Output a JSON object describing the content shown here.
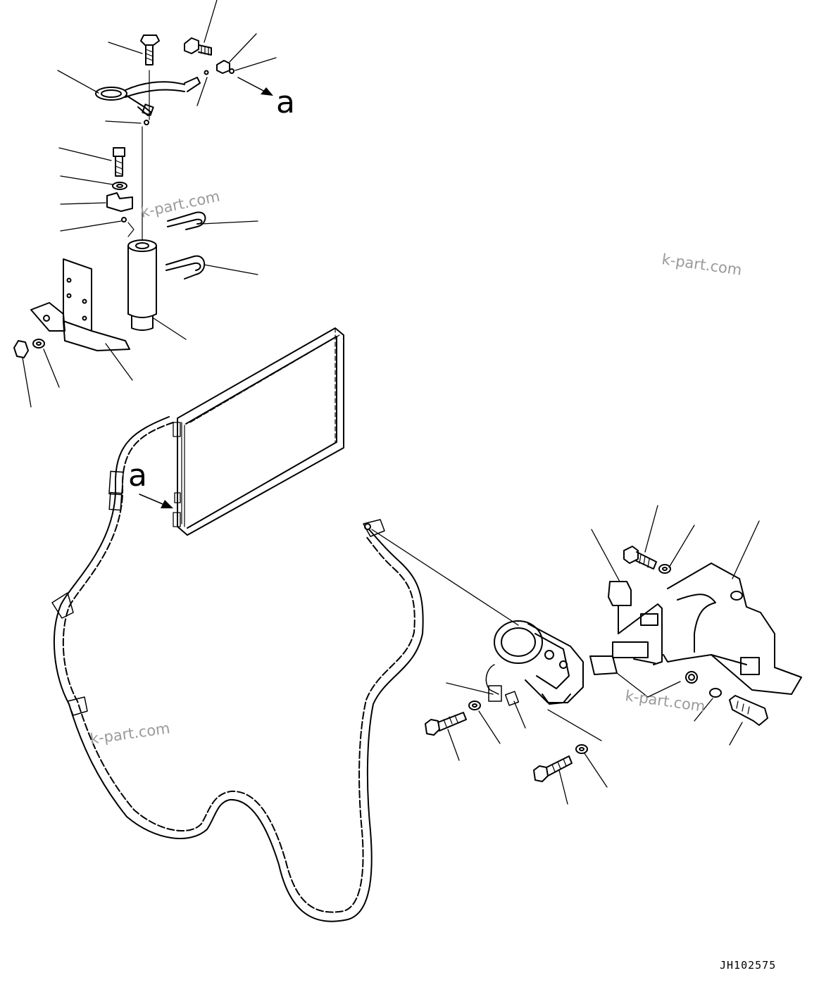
{
  "diagram": {
    "reference_letter_top": "a",
    "reference_letter_mid": "a",
    "drawing_code": "JH102575"
  },
  "watermarks": [
    "k-part.com",
    "k-part.com",
    "k-part.com",
    "k-part.com"
  ]
}
